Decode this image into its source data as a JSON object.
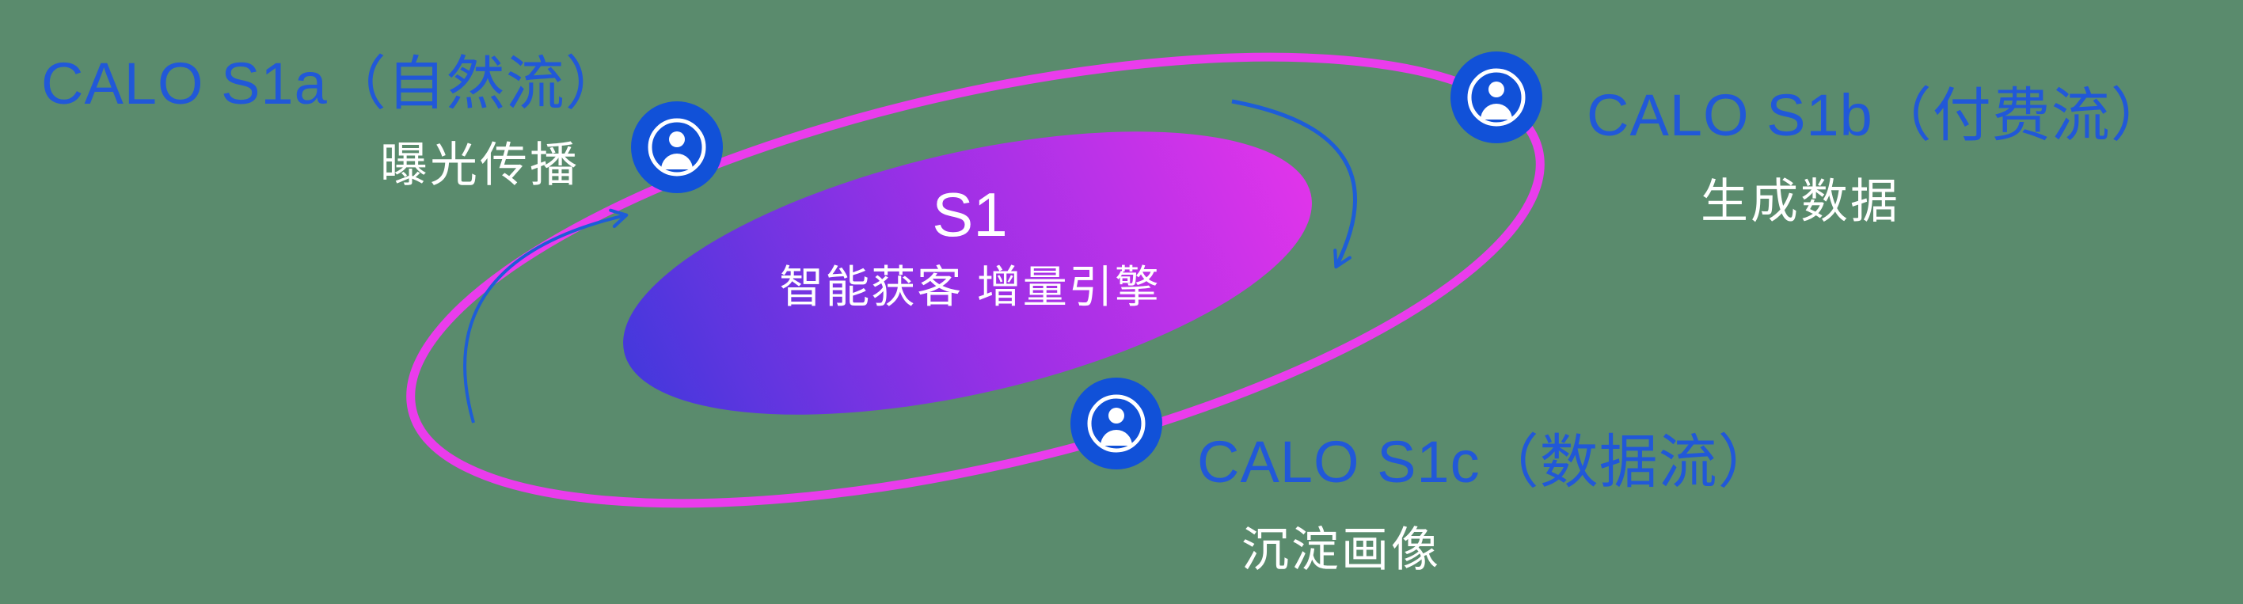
{
  "colors": {
    "background": "#5a8b6d",
    "label_blue": "#2158d8",
    "subtitle_white": "#ffffff",
    "orbit_pink": "#ea3cec",
    "arrow_blue": "#1d5dd8",
    "icon_blue": "#1151d8",
    "gradient_start": "#4338dc",
    "gradient_mid": "#9b30e6",
    "gradient_end": "#e134ea"
  },
  "center": {
    "title": "S1",
    "subtitle": "智能获客  增量引擎"
  },
  "nodes": [
    {
      "id": "s1a",
      "label": "CALO S1a（自然流）",
      "sublabel": "曝光传播",
      "icon": "user-circle-icon"
    },
    {
      "id": "s1b",
      "label": "CALO S1b（付费流）",
      "sublabel": "生成数据",
      "icon": "user-circle-icon"
    },
    {
      "id": "s1c",
      "label": "CALO S1c（数据流）",
      "sublabel": "沉淀画像",
      "icon": "user-circle-icon"
    }
  ]
}
